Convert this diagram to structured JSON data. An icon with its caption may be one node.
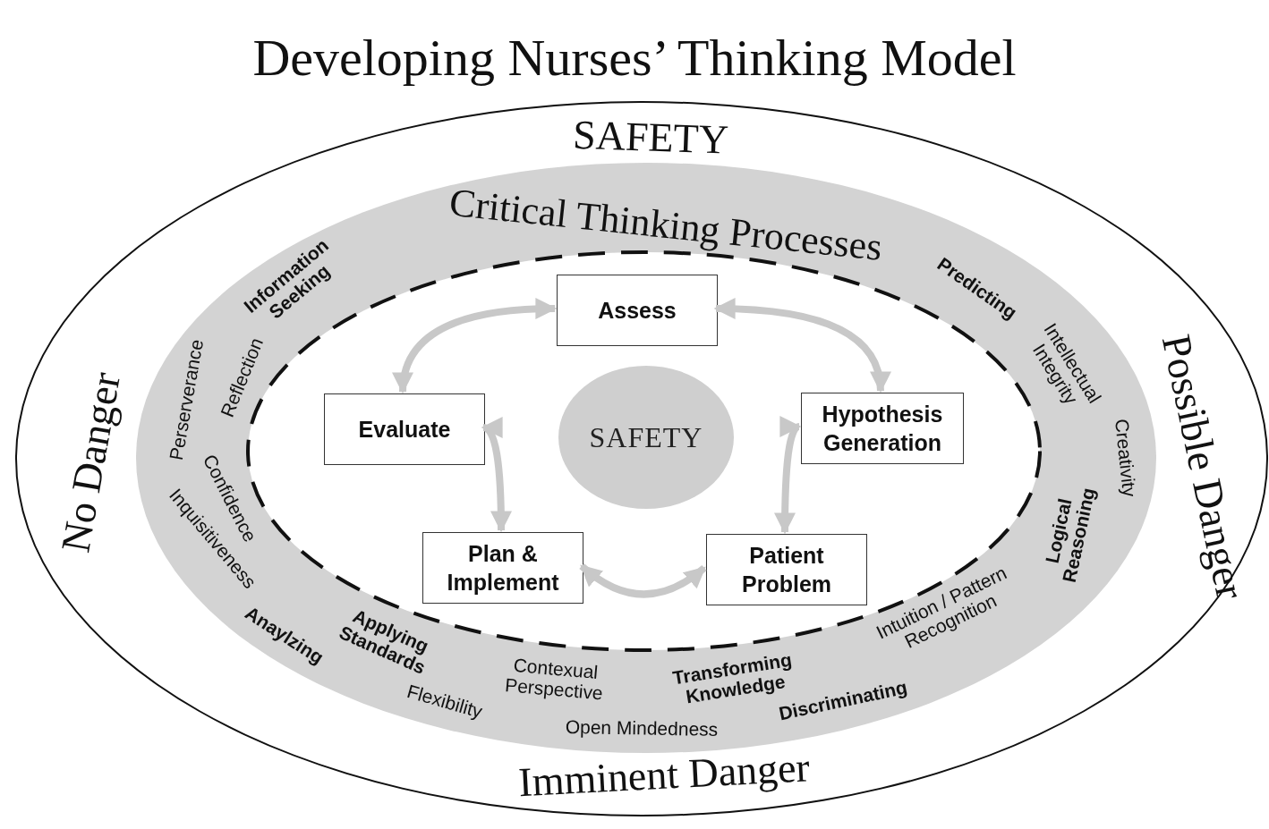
{
  "diagram": {
    "title": "Developing Nurses’ Thinking Model",
    "nodes": [
      {
        "text": [
          "SAFETY",
          "No Danger",
          "Possible Danger",
          "Imminent Danger"
        ]
      },
      {
        "text": [
          "Critical Thinking Processes",
          "Information Seeking",
          "Perserverance",
          "Reflection",
          "Confidence",
          "Inquisitiveness",
          "Anaylzing",
          "Applying Standards",
          "Flexibility",
          "Contexual Perspective",
          "Open Mindedness",
          "Transforming Knowledge",
          "Discriminating",
          "Intuition / Pattern Recognition",
          "Logical Reasoning",
          "Creativity",
          "Intellectual Integrity",
          "Predicting"
        ],
        "in": 0
      },
      {
        "text": [
          "Assess"
        ],
        "in": 1
      },
      {
        "text": [
          "Evaluate"
        ],
        "in": 1
      },
      {
        "text": [
          "SAFETY"
        ],
        "in": 1
      },
      {
        "text": [
          "Hypothesis Generation"
        ],
        "in": 1
      },
      {
        "text": [
          "Plan & Implement"
        ],
        "in": 1
      },
      {
        "text": [
          "Patient Problem"
        ],
        "in": 1
      }
    ],
    "edges": [
      {
        "from": 2,
        "to": 5,
        "arrow": "both"
      },
      {
        "from": 5,
        "to": 7,
        "arrow": "both"
      },
      {
        "from": 7,
        "to": 6,
        "arrow": "both"
      },
      {
        "from": 6,
        "to": 3,
        "arrow": "both"
      },
      {
        "from": 3,
        "to": 2,
        "arrow": "both"
      }
    ]
  }
}
